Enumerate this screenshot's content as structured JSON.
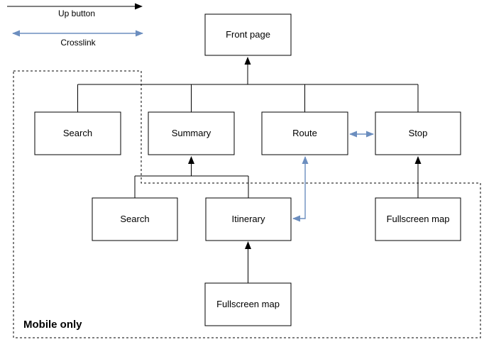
{
  "legend": {
    "up_button": "Up button",
    "crosslink": "Crosslink"
  },
  "region": {
    "mobile_only": "Mobile only"
  },
  "nodes": {
    "front_page": "Front page",
    "search_desktop": "Search",
    "summary": "Summary",
    "route": "Route",
    "stop": "Stop",
    "search_mobile": "Search",
    "itinerary": "Itinerary",
    "fullscreen_map_stop": "Fullscreen map",
    "fullscreen_map_itinerary": "Fullscreen map"
  },
  "edges": [
    {
      "from": "Search",
      "to": "Front page",
      "type": "up"
    },
    {
      "from": "Summary",
      "to": "Front page",
      "type": "up"
    },
    {
      "from": "Route",
      "to": "Front page",
      "type": "up"
    },
    {
      "from": "Stop",
      "to": "Front page",
      "type": "up"
    },
    {
      "from": "Search (mobile)",
      "to": "Summary",
      "type": "up"
    },
    {
      "from": "Itinerary",
      "to": "Summary",
      "type": "up"
    },
    {
      "from": "Fullscreen map",
      "to": "Stop",
      "type": "up"
    },
    {
      "from": "Fullscreen map",
      "to": "Itinerary",
      "type": "up"
    },
    {
      "from": "Route",
      "to": "Stop",
      "type": "crosslink"
    },
    {
      "from": "Itinerary",
      "to": "Route",
      "type": "crosslink"
    }
  ],
  "colors": {
    "link": "#000000",
    "crosslink": "#6c8ebf",
    "crosslink_label": "#45a1f8",
    "box_fill": "#ffffff",
    "box_border": "#000000"
  }
}
